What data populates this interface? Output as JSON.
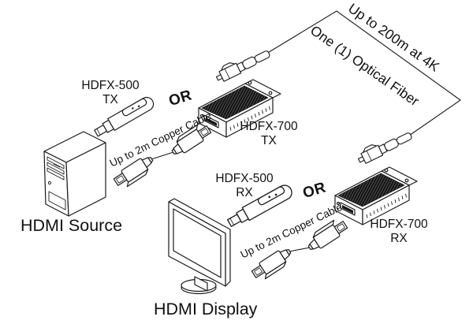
{
  "diagram": {
    "labels": {
      "hdfx500_tx": {
        "model": "HDFX-500",
        "unit": "TX"
      },
      "hdfx700_tx": {
        "model": "HDFX-700",
        "unit": "TX"
      },
      "hdfx500_rx": {
        "model": "HDFX-500",
        "unit": "RX"
      },
      "hdfx700_rx": {
        "model": "HDFX-700",
        "unit": "RX"
      },
      "or_source": "OR",
      "or_display": "OR",
      "fiber_distance": "Up to 200m at 4K",
      "fiber_count": "One (1) Optical Fiber",
      "copper_source": "Up to 2m Copper Cable",
      "copper_display": "Up to 2m Copper Cable",
      "hdmi_source": "HDMI Source",
      "hdmi_display": "HDMI Display"
    },
    "colors": {
      "ink": "#1a1a1a",
      "background": "#ffffff",
      "heatsink": "#161616"
    }
  }
}
